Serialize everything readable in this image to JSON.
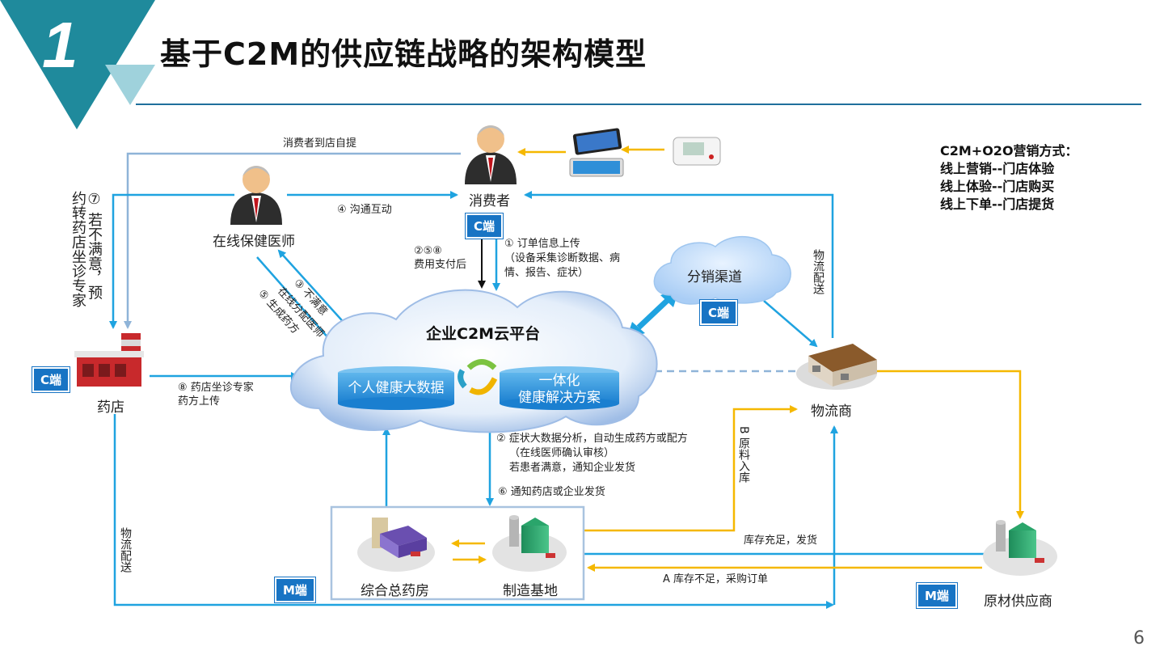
{
  "header": {
    "slide_number": "1",
    "title": "基于C2M的供应链战略的架构模型"
  },
  "nodes": {
    "consumer": "消费者",
    "doctor": "在线保健医师",
    "platform": "企业C2M云平台",
    "distribution": "分销渠道",
    "logistics": "物流商",
    "pharmacy": "药店",
    "central_pharmacy": "综合总药房",
    "factory": "制造基地",
    "supplier": "原材供应商",
    "db_left": "个人健康大数据",
    "db_right_line1": "一体化",
    "db_right_line2": "健康解决方案"
  },
  "badges": {
    "c_consumer": "C端",
    "c_distribution": "C端",
    "c_pharmacy": "C端",
    "m_factory": "M端",
    "m_supplier": "M端"
  },
  "edge_labels": {
    "pickup": "消费者到店自提",
    "communicate": "④ 沟通互动",
    "pay_line1": "②⑤⑧",
    "pay_line2": "费用支付后",
    "order_line1": "① 订单信息上传",
    "order_line2": "（设备采集诊断数据、病",
    "order_line3": "情、报告、症状）",
    "assign_doctor_line1": "③ 不满意",
    "assign_doctor_line2": "在线分配医师",
    "prescription": "⑤ 生成药方",
    "referral": "⑦ 若不满意，预约转药店坐诊专家",
    "pharmacy_upload_line1": "⑧ 药店坐诊专家",
    "pharmacy_upload_line2": "药方上传",
    "analysis_line1": "② 症状大数据分析，自动生成药方或配方",
    "analysis_line2": "（在线医师确认审核）",
    "analysis_line3": "若患者满意，通知企业发货",
    "notify": "⑥ 通知药店或企业发货",
    "logistics_delivery_right": "物流配送",
    "logistics_delivery_left": "物流配送",
    "raw_material": "B 原料入库",
    "stock_ok": "库存充足，发货",
    "stock_low": "A 库存不足，采购订单"
  },
  "side_note": {
    "line1": "C2M+O2O营销方式：",
    "line2": "线上营销--门店体验",
    "line3": "线上体验--门店购买",
    "line4": "线上下单--门店提货"
  },
  "page_number": "6",
  "colors": {
    "accent_teal": "#1f8a9c",
    "arrow_blue": "#1fa3e0",
    "arrow_gold": "#f5b800",
    "badge_blue": "#1874c4",
    "header_line": "#1f6f9c"
  }
}
